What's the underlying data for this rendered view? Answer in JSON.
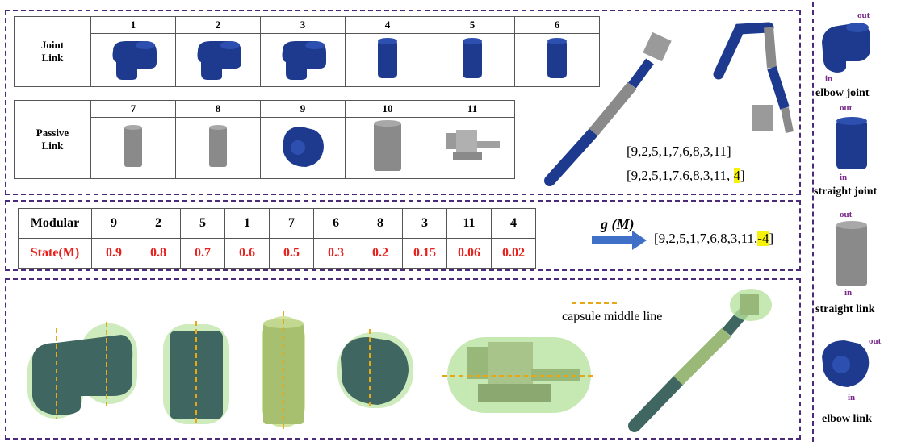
{
  "top_table": {
    "joint_row_label": "Joint\nLink",
    "joint_ids": [
      "1",
      "2",
      "3",
      "4",
      "5",
      "6"
    ],
    "passive_row_label": "Passive\nLink",
    "passive_ids": [
      "7",
      "8",
      "9",
      "10",
      "11"
    ]
  },
  "sequences": {
    "seq1": "[9,2,5,1,7,6,8,3,11]",
    "seq2_prefix": "[9,2,5,1,7,6,8,3,11, ",
    "seq2_highlight": "4",
    "seq2_suffix": "]"
  },
  "modular_table": {
    "row1_label": "Modular",
    "modules": [
      "9",
      "2",
      "5",
      "1",
      "7",
      "6",
      "8",
      "3",
      "11",
      "4"
    ],
    "row2_label": "State(M)",
    "states": [
      "0.9",
      "0.8",
      "0.7",
      "0.6",
      "0.5",
      "0.3",
      "0.2",
      "0.15",
      "0.06",
      "0.02"
    ]
  },
  "mapping": {
    "function_label": "g (M)",
    "result_prefix": "[9,2,5,1,7,6,8,3,11,",
    "result_highlight": "-4",
    "result_suffix": "]"
  },
  "bottom": {
    "legend_label": "capsule middle line"
  },
  "side_components": [
    {
      "name": "elbow joint",
      "out": "out",
      "in": "in"
    },
    {
      "name": "straight joint",
      "out": "out",
      "in": "in"
    },
    {
      "name": "straight link",
      "out": "out",
      "in": "in"
    },
    {
      "name": "elbow link",
      "out": "out",
      "in": "in"
    }
  ],
  "colors": {
    "panel_border": "#4b2a7a",
    "joint_blue": "#1e3a8f",
    "link_gray": "#8a8a8a",
    "capsule_green": "#b8e2a0",
    "state_red": "#e8201c",
    "highlight_yellow": "#f7f20a",
    "arrow_blue": "#3f6fc7",
    "dashed_orange": "#e6a817"
  }
}
